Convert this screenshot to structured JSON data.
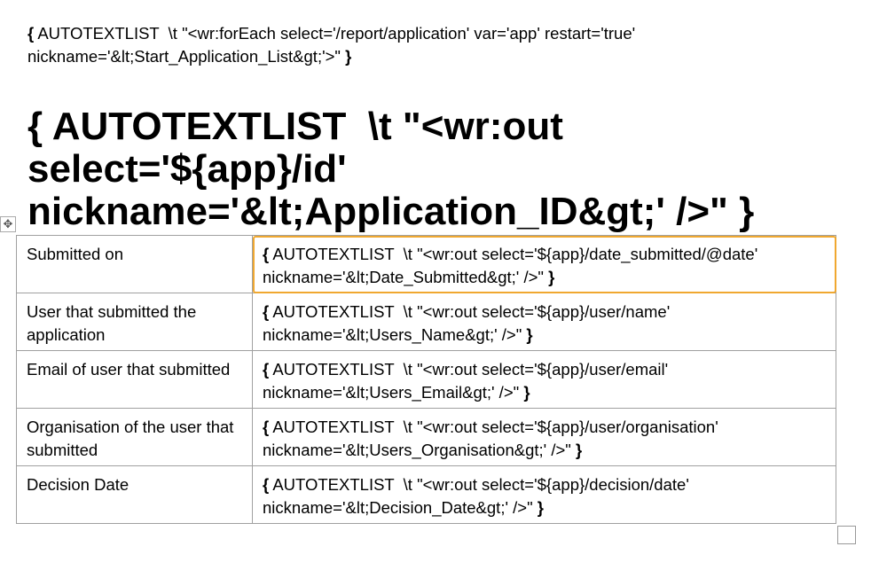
{
  "paragraph": {
    "open": "{",
    "body": " AUTOTEXTLIST  \\t \"<wr:forEach select='/report/application' var='app' restart='true' nickname='&lt;Start_Application_List&gt;'>\" ",
    "close": "}"
  },
  "heading": {
    "open": "{",
    "body": " AUTOTEXTLIST  \\t \"<wr:out select='${app}/id' nickname='&lt;Application_ID&gt;' />\" ",
    "close": "}"
  },
  "accent_color": "#f0a830",
  "table": {
    "rows": [
      {
        "label": "Submitted on",
        "open": "{",
        "body": " AUTOTEXTLIST  \\t \"<wr:out select='${app}/date_submitted/@date' nickname='&lt;Date_Submitted&gt;' />\" ",
        "close": "}"
      },
      {
        "label": "User that submitted the application",
        "open": "{",
        "body": " AUTOTEXTLIST  \\t \"<wr:out select='${app}/user/name' nickname='&lt;Users_Name&gt;' />\" ",
        "close": "}"
      },
      {
        "label": "Email of user that submitted",
        "open": "{",
        "body": " AUTOTEXTLIST  \\t \"<wr:out select='${app}/user/email' nickname='&lt;Users_Email&gt;' />\" ",
        "close": "}"
      },
      {
        "label": "Organisation of the user that submitted",
        "open": "{",
        "body": " AUTOTEXTLIST  \\t \"<wr:out select='${app}/user/organisation' nickname='&lt;Users_Organisation&gt;' />\" ",
        "close": "}"
      },
      {
        "label": "Decision Date",
        "open": "{",
        "body": " AUTOTEXTLIST  \\t \"<wr:out select='${app}/decision/date' nickname='&lt;Decision_Date&gt;' />\" ",
        "close": "}"
      }
    ]
  }
}
